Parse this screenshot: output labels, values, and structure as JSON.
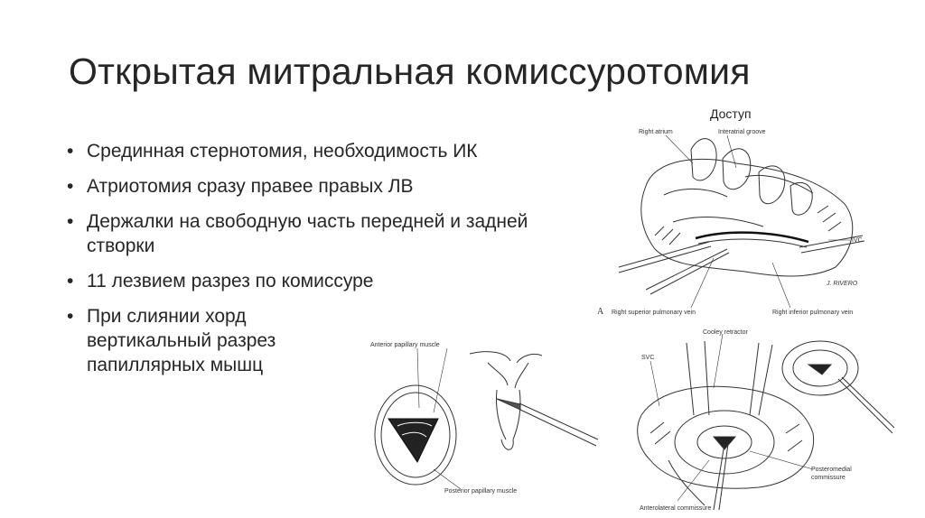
{
  "slide": {
    "title": "Открытая митральная комиссуротомия",
    "bullets": [
      "Срединная стернотомия, необходимость ИК",
      "Атриотомия сразу правее правых ЛВ",
      "Держалки на свободную часть передней и задней створки",
      "11 лезвием разрез по комиссуре",
      "При слиянии хорд вертикальный разрез папиллярных мышц"
    ],
    "figure_caption": "Доступ"
  },
  "figure_top": {
    "labels": {
      "right_atrium": "Right atrium",
      "interatrial_groove": "Interatrial groove",
      "ivc": "IVC",
      "panel": "A",
      "right_superior_pv": "Right superior pulmonary vein",
      "right_inferior_pv": "Right inferior pulmonary vein",
      "signature": "J. RIVERO"
    }
  },
  "figure_bottom_left": {
    "labels": {
      "anterior_papillary": "Anterior papillary muscle",
      "posterior_papillary": "Posterior papillary muscle"
    }
  },
  "figure_bottom_right": {
    "labels": {
      "cooley_retractor": "Cooley retractor",
      "svc": "SVC",
      "posteromedial": "Posteromedial",
      "commissure": "commissure",
      "anterolateral": "Anterolateral commissure"
    }
  }
}
